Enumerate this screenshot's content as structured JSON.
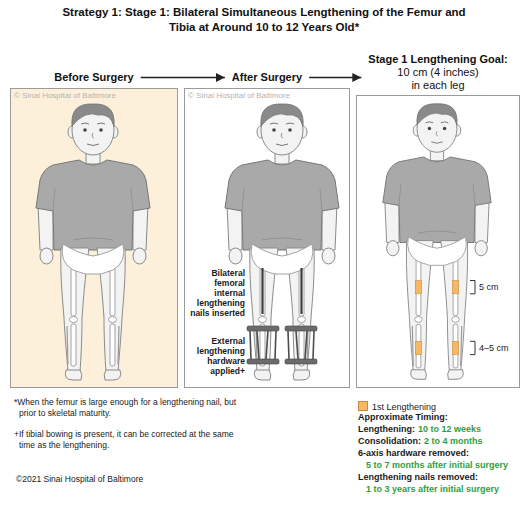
{
  "diagram": {
    "title": "Strategy 1: Stage 1: Bilateral Simultaneous Lengthening of the Femur and Tibia at Around 10 to 12 Years Old*",
    "nodes": [
      {
        "text": [
          "Before Surgery"
        ]
      },
      {
        "text": [
          "After Surgery"
        ]
      },
      {
        "text": [
          "Stage 1 Lengthening Goal:",
          "10 cm (4 inches) in each leg"
        ]
      }
    ],
    "edges": [
      {
        "from": 0,
        "to": 1,
        "arrow": "to"
      },
      {
        "from": 1,
        "to": 2,
        "arrow": "to"
      }
    ],
    "labels": [
      "© Sinai Hospital of Baltimore",
      "© Sinai Hospital of Baltimore",
      "Bilateral femoral internal lengthening nails inserted",
      "External lengthening hardware applied+",
      "5 cm",
      "4–5 cm",
      "Approximate Timing:",
      "Lengthening:",
      "10 to 12 weeks",
      "Consolidation:",
      "2 to 4 months",
      "6-axis hardware removed:",
      "5 to 7 months after initial surgery",
      "Lengthening nails removed:",
      "1 to 3 years after initial surgery",
      "*When the femur is large enough for a lengthening nail, but prior to skeletal maturity.",
      "+If tibial bowing is present, it can be corrected at the same time as the lengthening.",
      "©2021 Sinai Hospital of Baltimore"
    ],
    "legend": [
      {
        "text": "1st Lengthening",
        "color": "#f7b863"
      }
    ]
  }
}
